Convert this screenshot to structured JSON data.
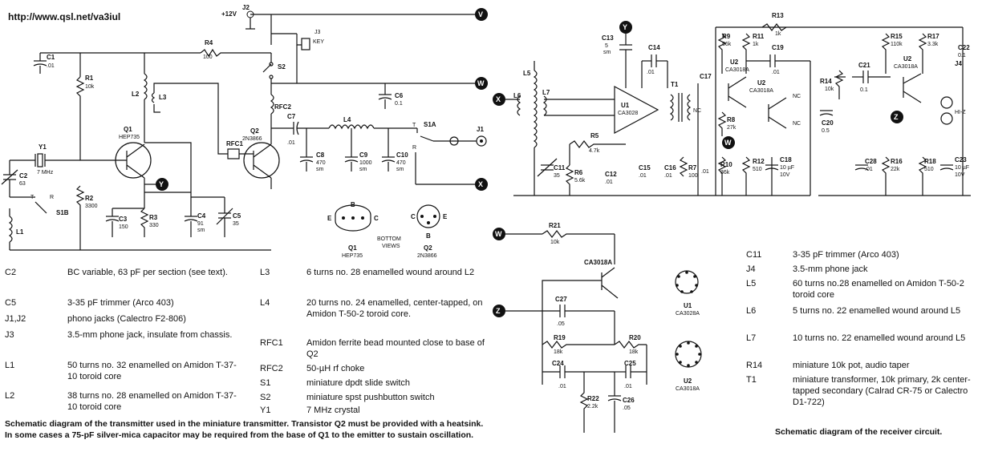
{
  "source_url": "http://www.qsl.net/va3iul",
  "terminals": {
    "v": "V",
    "w": "W",
    "x": "X",
    "y": "Y",
    "z": "Z"
  },
  "tx_labels": {
    "j2": "J2",
    "plus12v": "+12V",
    "j3": "J3",
    "key": "KEY",
    "r4": "R4",
    "r4v": "100",
    "c1": "C1",
    "c1v": ".01",
    "r1": "R1",
    "r1v": "10k",
    "l2": "L2",
    "l3": "L3",
    "s2": "S2",
    "rfc2": "RFC2",
    "c6": "C6",
    "c6v": "0.1",
    "q1": "Q1",
    "q1t": "HEP735",
    "rfc1": "RFC1",
    "q2": "Q2",
    "q2t": "2N3866",
    "c7": "C7",
    "c7v": ".01",
    "l4": "L4",
    "s1a": "S1A",
    "j1": "J1",
    "t": "T",
    "r": "R",
    "y1": "Y1",
    "y1v": "7 MHz",
    "c2": "C2",
    "c2v": "63",
    "s1b": "S1B",
    "l1": "L1",
    "r2": "R2",
    "r2v": "3300",
    "c3": "C3",
    "c3v": "150",
    "r3": "R3",
    "r3v": "330",
    "c4": "C4",
    "c4v": "91",
    "c4t": "sm",
    "c5": "C5",
    "c5v": "35",
    "c8": "C8",
    "c8v": "470",
    "c8t": "sm",
    "c9": "C9",
    "c9v": "1000",
    "c9t": "sm",
    "c10": "C10",
    "c10v": "470",
    "c10t": "sm",
    "bottom": "BOTTOM",
    "views": "VIEWS",
    "pin_b": "B",
    "pin_e": "E",
    "pin_c": "C",
    "q1b": "Q1",
    "q1bt": "HEP735",
    "q2b": "Q2",
    "q2bt": "2N3866"
  },
  "rx_labels": {
    "c13": "C13",
    "c13v": "5",
    "c13t": "sm",
    "c14": "C14",
    "c14v": ".01",
    "l5": "L5",
    "l6": "L6",
    "l7": "L7",
    "u1": "U1",
    "u1t": "CA3028",
    "t1": "T1",
    "c17": "C17",
    "c17v": ".01",
    "nc": "NC",
    "r5": "R5",
    "r5v": "4.7k",
    "r6": "R6",
    "r6v": "5.6k",
    "c12": "C12",
    "c12v": ".01",
    "c11": "C11",
    "c11v": "35",
    "c15": "C15",
    "c15v": ".01",
    "c16": "C16",
    "c16v": ".01",
    "r7": "R7",
    "r7v": "100",
    "r9": "R9",
    "r9v": "56k",
    "r11": "R11",
    "r11v": "1k",
    "r13": "R13",
    "r13v": "1k",
    "c19": "C19",
    "c19v": ".01",
    "u2": "U2",
    "u2t": "CA3018A",
    "r8": "R8",
    "r8v": "27k",
    "r10": "R10",
    "r10v": "36k",
    "r12": "R12",
    "r12v": "510",
    "c18": "C18",
    "c18v": "10 µF",
    "c18w": "10V",
    "r14": "R14",
    "r14v": "10k",
    "c20": "C20",
    "c20v": "0.5",
    "c21": "C21",
    "c21v": "0.1",
    "r15": "R15",
    "r15v": "110k",
    "r17": "R17",
    "r17v": "3.3k",
    "c22": "C22",
    "c22v": "0.1",
    "j4": "J4",
    "hiz": "HI-Z",
    "c28": "C28",
    "c28v": ".01",
    "r16": "R16",
    "r16v": "22k",
    "r18": "R18",
    "r18v": "510",
    "c23": "C23",
    "c23v": "10 µF",
    "c23w": "10V"
  },
  "rx2_labels": {
    "r21": "R21",
    "r21v": "10k",
    "u2t": "CA3018A",
    "c27": "C27",
    "c27v": ".05",
    "r19": "R19",
    "r19v": "18k",
    "r20": "R20",
    "r20v": "18k",
    "c24": "C24",
    "c24v": ".01",
    "c25": "C25",
    "c25v": ".01",
    "r22": "R22",
    "r22v": "2.2k",
    "c26": "C26",
    "c26v": ".05",
    "u1b": "U1",
    "u1bt": "CA3028A",
    "u2b": "U2",
    "u2bt": "CA3018A"
  },
  "tx_parts": [
    {
      "ref": "C2",
      "desc": "BC variable, 63 pF per section (see text)."
    },
    {
      "ref": "C5",
      "desc": "3-35 pF trimmer (Arco 403)"
    },
    {
      "ref": "J1,J2",
      "desc": "phono jacks (Calectro F2-806)"
    },
    {
      "ref": "J3",
      "desc": "3.5-mm phone jack, insulate from chassis."
    },
    {
      "ref": "L1",
      "desc": "50 turns no. 32 enamelled on Amidon T-37-10 toroid core"
    },
    {
      "ref": "L2",
      "desc": "38 turns no. 28 enamelled on Amidon T-37-10 toroid core"
    },
    {
      "ref": "L3",
      "desc": "6 turns no. 28 enamelled wound around L2"
    },
    {
      "ref": "L4",
      "desc": "20 turns no. 24 enamelled, center-tapped, on Amidon T-50-2 toroid core."
    },
    {
      "ref": "RFC1",
      "desc": "Amidon ferrite bead mounted close to base of Q2"
    },
    {
      "ref": "RFC2",
      "desc": "50-µH rf choke"
    },
    {
      "ref": "S1",
      "desc": "miniature dpdt slide switch"
    },
    {
      "ref": "S2",
      "desc": "miniature spst pushbutton switch"
    },
    {
      "ref": "Y1",
      "desc": "7 MHz crystal"
    }
  ],
  "rx_parts": [
    {
      "ref": "C11",
      "desc": "3-35 pF trimmer (Arco 403)"
    },
    {
      "ref": "J4",
      "desc": "3.5-mm phone jack"
    },
    {
      "ref": "L5",
      "desc": "60 turns no.28 enamelled on Amidon T-50-2 toroid core"
    },
    {
      "ref": "L6",
      "desc": "5 turns no. 22 enamelled wound around L5"
    },
    {
      "ref": "L7",
      "desc": "10 turns no. 22 enamelled wound around L5"
    },
    {
      "ref": "R14",
      "desc": "miniature 10k pot, audio taper"
    },
    {
      "ref": "T1",
      "desc": "miniature transformer, 10k primary, 2k center-tapped secondary (Calrad CR-75 or Calectro D1-722)"
    }
  ],
  "tx_caption": "Schematic diagram of the transmitter used in the miniature transmitter. Transistor Q2 must be provided with a heatsink. In some cases a 75-pF silver-mica capacitor may be required from the base of Q1 to the emitter to sustain oscillation.",
  "rx_caption": "Schematic diagram of the receiver circuit."
}
